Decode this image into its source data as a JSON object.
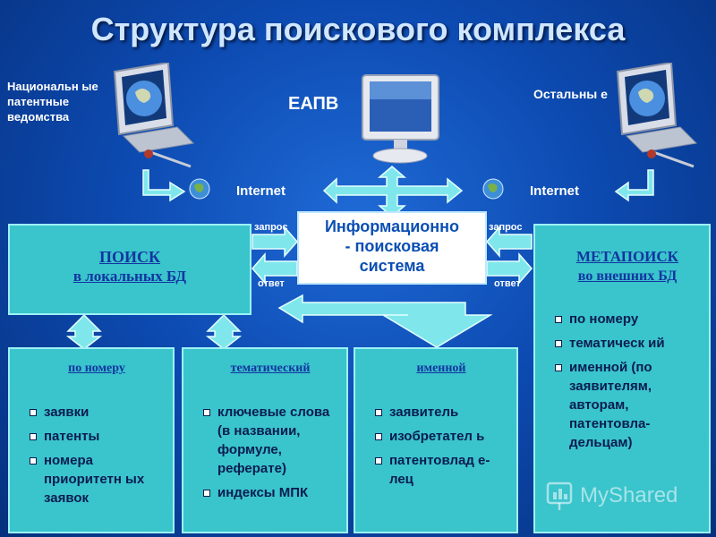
{
  "title": "Структура поискового комплекса",
  "left_label": "Национальн ые патентные ведомства",
  "center_label": "ЕАПВ",
  "right_label": "Остальны е",
  "internet_left": "Internet",
  "internet_right": "Internet",
  "request_left": "запрос",
  "request_right": "запрос",
  "answer_left": "ответ",
  "answer_right": "ответ",
  "center_box": {
    "line1": "Информационно",
    "line2": "- поисковая",
    "line3": "система"
  },
  "local_search": {
    "line1": "ПОИСК",
    "line2": "в локальных БД"
  },
  "meta_search": {
    "line1": "МЕТАПОИСК",
    "line2": "во внешних БД",
    "items": [
      "по номеру",
      "тематическ ий",
      "именной (по заявителям, авторам, патентовла-дельцам)"
    ]
  },
  "by_number": {
    "header": "по номеру",
    "items": [
      "заявки",
      "патенты",
      "номера приоритетн ых заявок"
    ]
  },
  "thematic": {
    "header": "тематический",
    "items": [
      "ключевые слова (в названии, формуле, реферате)",
      "индексы МПК"
    ]
  },
  "named": {
    "header": "именной",
    "items": [
      "заявитель",
      "изобретател ь",
      "патентовлад е-лец"
    ]
  },
  "watermark": "MyShared",
  "colors": {
    "background": "#0d4bb2",
    "box": "#3ac4cc",
    "arrow": "#7fe7ec",
    "header_text": "#1235a0"
  }
}
